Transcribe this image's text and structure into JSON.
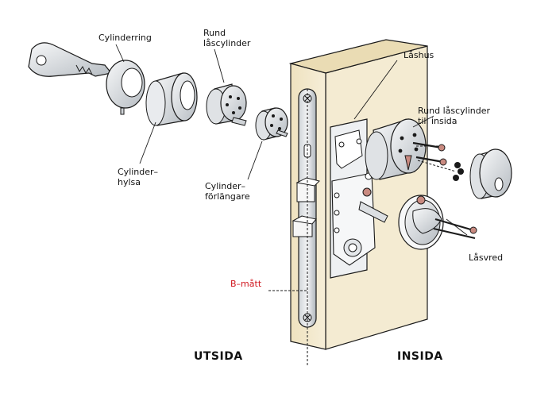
{
  "labels": {
    "cylinderring": "Cylinderring",
    "rund_lascylinder": "Rund\nlåscylinder",
    "cylinderhylsa": "Cylinder–\nhylsa",
    "cylinderforlangare": "Cylinder–\nförlängare",
    "lashus": "Låshus",
    "rund_lascylinder_insida": "Rund låscylinder\ntill insida",
    "lasvred": "Låsvred",
    "b_matt": "B–mått"
  },
  "sides": {
    "outside": "UTSIDA",
    "inside": "INSIDA"
  },
  "colors": {
    "door_face": "#f1e6c8",
    "door_edge": "#e2d2a6",
    "metal": "#e8eaec",
    "metal_dark": "#b9bec3",
    "line": "#1a1a1a",
    "accent_red": "#d0161e",
    "screw_head": "#c98a80"
  }
}
